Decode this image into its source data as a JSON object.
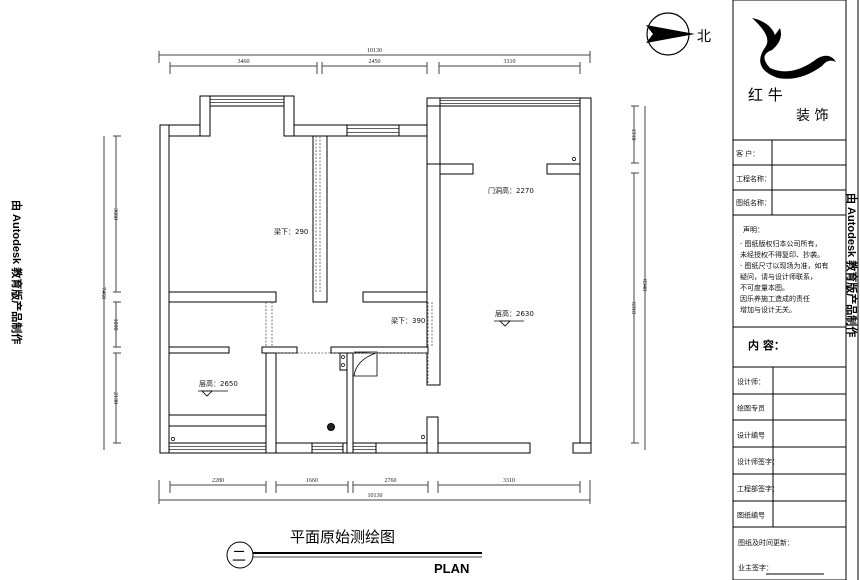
{
  "drawing": {
    "title": "平面原始测绘图",
    "subtitle": "PLAN",
    "drawing_number_symbol": "二",
    "north_label": "北",
    "watermark": "由 Autodesk 教育版产品制作"
  },
  "dimensions": {
    "top_total": "10130",
    "top": [
      "3460",
      "2450",
      "3310"
    ],
    "bottom": [
      "2280",
      "1660",
      "2760",
      "3310"
    ],
    "bottom_total": "10130",
    "left_total": "7460",
    "left": [
      "3660",
      "1090",
      "2130"
    ],
    "right_total": "8340",
    "right": [
      "1310",
      "6310"
    ]
  },
  "annotations": {
    "beam_1": "梁下：290",
    "beam_2": "梁下：390",
    "door_height": "门洞高：2270",
    "floor_height_1": "层高：2630",
    "floor_height_2": "层高：2650"
  },
  "title_block": {
    "company_line1": "红  牛",
    "company_line2": "装 饰",
    "client_label": "客  户：",
    "project_label": "工程名称：",
    "drawing_name_label": "图纸名称：",
    "notice_title": "声明：",
    "notice_lines": [
      "· 图纸版权归本公司所有，",
      "  未经授权不得复印、抄袭。",
      "· 图纸尺寸以现场为准，如有",
      "  疑问，请与设计师联系，",
      "  不可度量本图。",
      "  因乐养施工造成的责任",
      "  增加与设计无关。"
    ],
    "content_label": "内 容：",
    "rows": [
      "设计师：",
      "绘图专员",
      "设计编号",
      "设计师签字：",
      "工程部签字：",
      "图纸编号"
    ],
    "update_label": "图纸及时间更新：",
    "owner_sign_label": "业主签字："
  }
}
